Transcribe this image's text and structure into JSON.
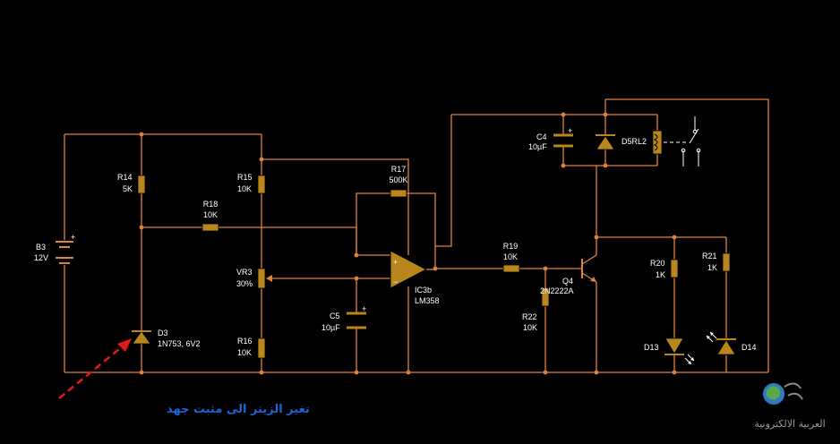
{
  "components": {
    "B3": {
      "ref": "B3",
      "value": "12V"
    },
    "R14": {
      "ref": "R14",
      "value": "5K"
    },
    "R15": {
      "ref": "R15",
      "value": "10K"
    },
    "R16": {
      "ref": "R16",
      "value": "10K"
    },
    "R17": {
      "ref": "R17",
      "value": "500K"
    },
    "R18": {
      "ref": "R18",
      "value": "10K"
    },
    "R19": {
      "ref": "R19",
      "value": "10K"
    },
    "R20": {
      "ref": "R20",
      "value": "1K"
    },
    "R21": {
      "ref": "R21",
      "value": "1K"
    },
    "R22": {
      "ref": "R22",
      "value": "10K"
    },
    "VR3": {
      "ref": "VR3",
      "value": "30%"
    },
    "C4": {
      "ref": "C4",
      "value": "10µF"
    },
    "C5": {
      "ref": "C5",
      "value": "10µF"
    },
    "D3": {
      "ref": "D3",
      "value": "1N753, 6V2"
    },
    "D13": {
      "ref": "D13"
    },
    "D14": {
      "ref": "D14"
    },
    "IC3b": {
      "ref": "IC3b",
      "value": "LM358"
    },
    "Q4": {
      "ref": "Q4",
      "value": "2N2222A"
    },
    "RL": {
      "ref": "D5RL2"
    }
  },
  "signs": {
    "plus": "+",
    "minus": "−"
  },
  "annotation": {
    "text": "تغير الزينر الى مثبت جهد",
    "color": "#1e63d6"
  },
  "watermark": {
    "text": "العربية الالكترونية"
  },
  "colors": {
    "wire": "#e0823a",
    "part": "#b8861b",
    "background": "#000000",
    "text": "#ffffff"
  }
}
